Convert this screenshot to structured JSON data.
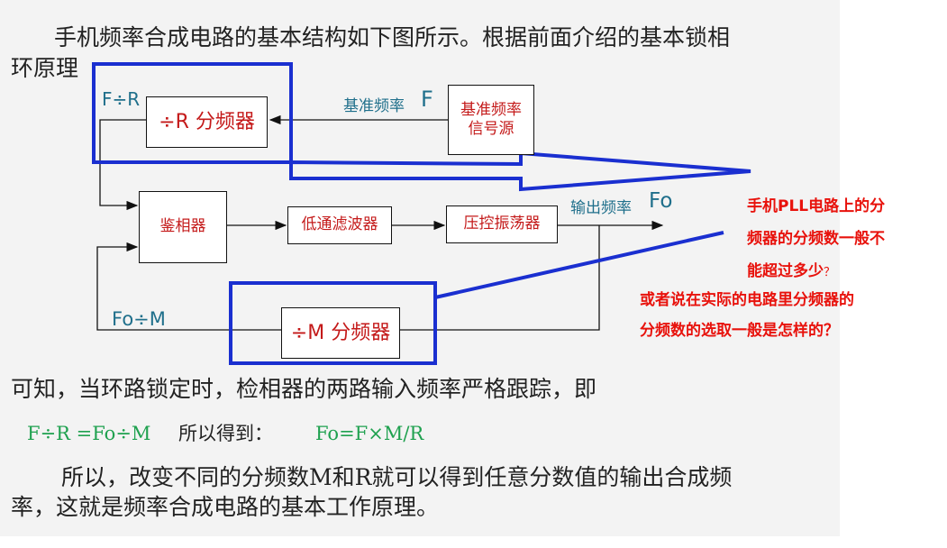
{
  "intro": {
    "line1": "手机频率合成电路的基本结构如下图所示。根据前面介绍的基本锁相",
    "line2": "环原理"
  },
  "diagram": {
    "label_f_div_r": "F÷R",
    "label_ref_freq": "基准频率",
    "label_ref_symbol": "F",
    "box_div_r": "÷R 分频器",
    "box_ref_source": [
      "基准频率",
      "信号源"
    ],
    "box_phase_detector": "鉴相器",
    "box_lpf": "低通滤波器",
    "box_vco": "压控振荡器",
    "label_output_freq": "输出频率",
    "label_output_symbol": "Fo",
    "label_fo_div_m": "Fo÷M",
    "box_div_m": "÷M 分频器"
  },
  "annotation": {
    "q1_line1": "手机PLL电路上的分",
    "q1_line2": "频器的分频数一般不",
    "q1_line3": "能超过多少",
    "q1_mark": "？",
    "q2_line1": "或者说在实际的电路里分频器的",
    "q2_line2": "分频数的选取一般是怎样的？"
  },
  "conclusion": {
    "line1": "可知，当环路锁定时，检相器的两路输入频率严格跟踪，即",
    "formula1": "F÷R =Fo÷M",
    "so_text": "所以得到：",
    "formula2": "Fo=F×M/R",
    "line2": "所以，改变不同的分频数M和R就可以得到任意分数值的输出合成频",
    "line3": "率，这就是频率合成电路的基本工作原理。"
  },
  "colors": {
    "highlight_border": "#1a2fd0",
    "box_text": "#c41a1a",
    "label_teal": "#1f6f8b",
    "formula_green": "#1fa14f",
    "annotation_red": "#e8120c"
  }
}
